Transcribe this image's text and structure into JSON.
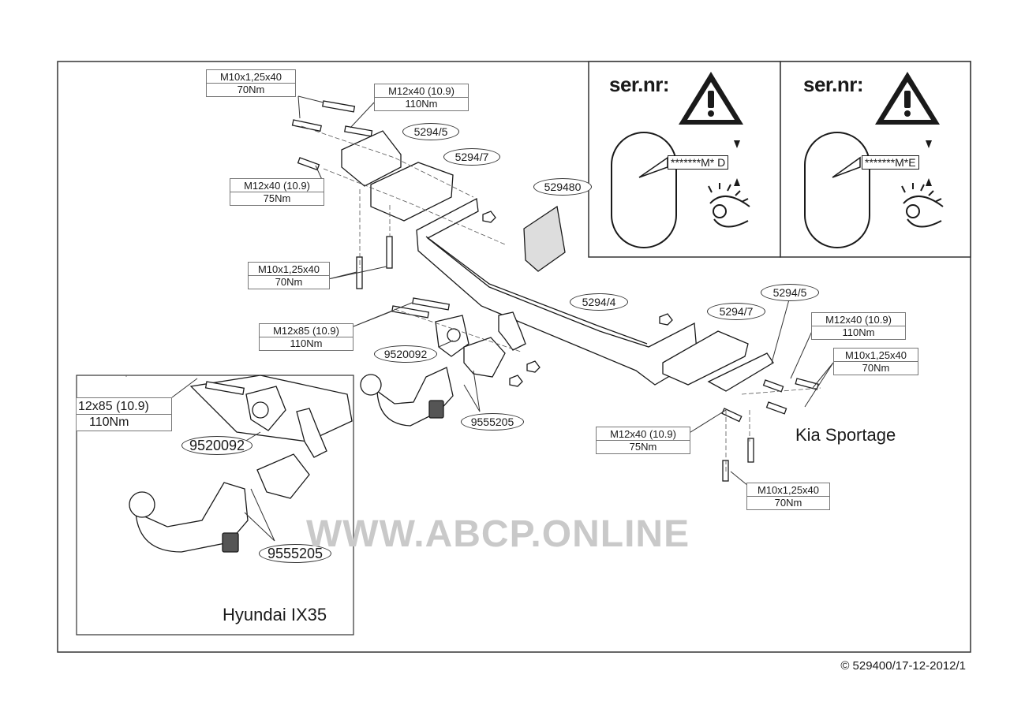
{
  "labels": {
    "top_bolt_a": {
      "spec": "M10x1,25x40",
      "torque": "70Nm"
    },
    "top_bolt_b": {
      "spec": "M12x40 (10.9)",
      "torque": "110Nm"
    },
    "left_bolt_upper": {
      "spec": "M12x40 (10.9)",
      "torque": "75Nm"
    },
    "left_bolt_lower": {
      "spec": "M10x1,25x40",
      "torque": "70Nm"
    },
    "center_bolt": {
      "spec": "M12x85 (10.9)",
      "torque": "110Nm"
    },
    "right_bolt_a": {
      "spec": "M12x40 (10.9)",
      "torque": "110Nm"
    },
    "right_bolt_b": {
      "spec": "M10x1,25x40",
      "torque": "70Nm"
    },
    "right_bolt_c": {
      "spec": "M12x40 (10.9)",
      "torque": "75Nm"
    },
    "right_bolt_d": {
      "spec": "M10x1,25x40",
      "torque": "70Nm"
    },
    "inset_bolt": {
      "spec": "12x85 (10.9)",
      "torque": "110Nm"
    }
  },
  "parts": {
    "bracket_left_5": "5294/5",
    "bracket_left_7": "5294/7",
    "plate": "529480",
    "crossbar": "5294/4",
    "bracket_right_7": "5294/7",
    "bracket_right_5": "5294/5",
    "socket_plate": "9520092",
    "ball_mount": "9555205",
    "inset_socket_plate": "9520092",
    "inset_ball_mount": "9555205"
  },
  "vehicles": {
    "main": "Kia Sportage",
    "inset": "Hyundai IX35"
  },
  "serial_panels": [
    {
      "title": "ser.nr:",
      "code": "*******M* D"
    },
    {
      "title": "ser.nr:",
      "code": "*******M*E"
    }
  ],
  "watermark": "WWW.ABCP.ONLINE",
  "copyright": "© 529400/17-12-2012/1"
}
